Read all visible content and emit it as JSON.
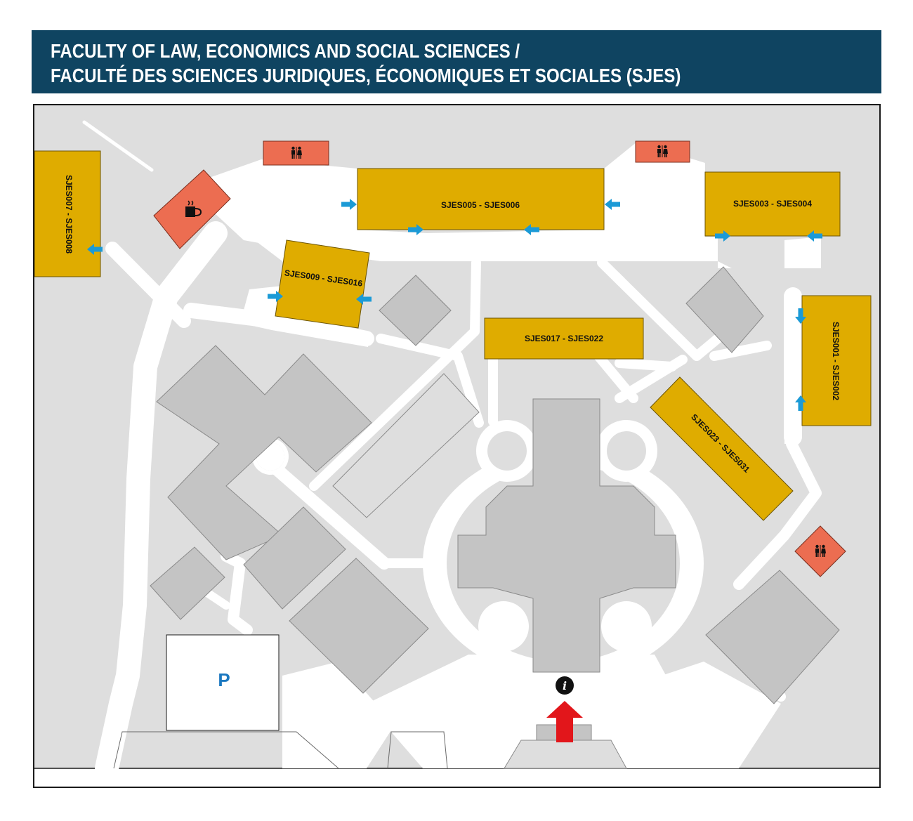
{
  "title": {
    "line1": "FACULTY OF LAW, ECONOMICS AND SOCIAL SCIENCES /",
    "line2": "FACULTÉ DES SCIENCES JURIDIQUES, ÉCONOMIQUES ET SOCIALES (SJES)"
  },
  "rooms": {
    "sjes007_008": "SJES007 - SJES008",
    "sjes005_006": "SJES005 - SJES006",
    "sjes003_004": "SJES003 - SJES004",
    "sjes009_016": "SJES009 - SJES016",
    "sjes017_022": "SJES017 - SJES022",
    "sjes001_002": "SJES001 - SJES002",
    "sjes023_031": "SJES023 - SJES031"
  },
  "parking": {
    "label": "P"
  },
  "icons": {
    "restroom": "restroom-icon",
    "cafe": "coffee-cup-icon",
    "info": "info-icon",
    "entrance": "entrance-arrow-icon",
    "door": "door-arrow-icon"
  },
  "colors": {
    "header": "#0f4461",
    "room": "#dfac00",
    "restroom": "#ec6d51",
    "building": "#c4c4c4",
    "ground": "#dedede",
    "path": "#ffffff",
    "door_arrow": "#1b9ad6",
    "entrance_arrow": "#e2161b",
    "parking_text": "#1b78c0"
  }
}
